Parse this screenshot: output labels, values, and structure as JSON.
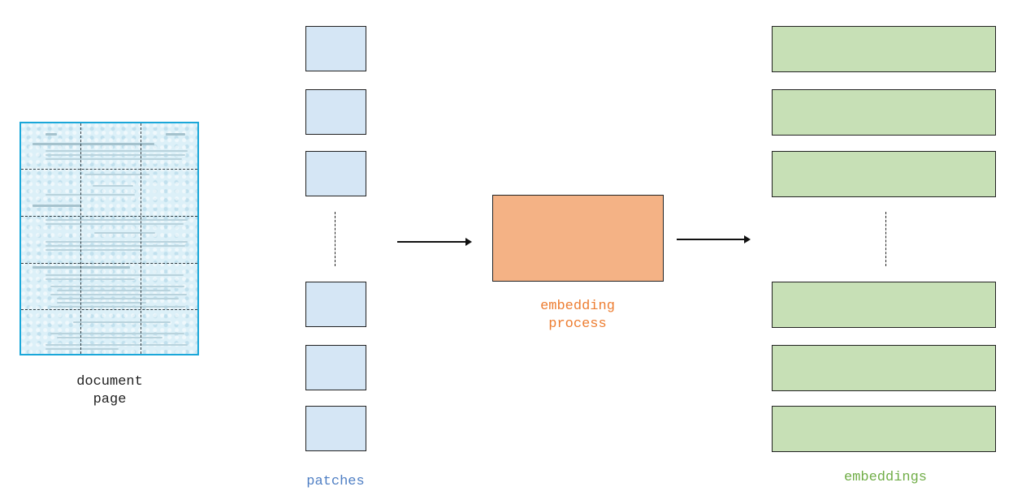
{
  "labels": {
    "document": "document\npage",
    "patches": "patches",
    "process": "embedding\nprocess",
    "embeddings": "embeddings"
  },
  "colors": {
    "document_border": "#1aa7d9",
    "patch_fill": "#d5e6f5",
    "process_fill": "#f4b285",
    "embedding_fill": "#c7e0b6",
    "patches_label": "#4f7fc4",
    "process_label": "#ed7d31",
    "embeddings_label": "#70ad47"
  }
}
